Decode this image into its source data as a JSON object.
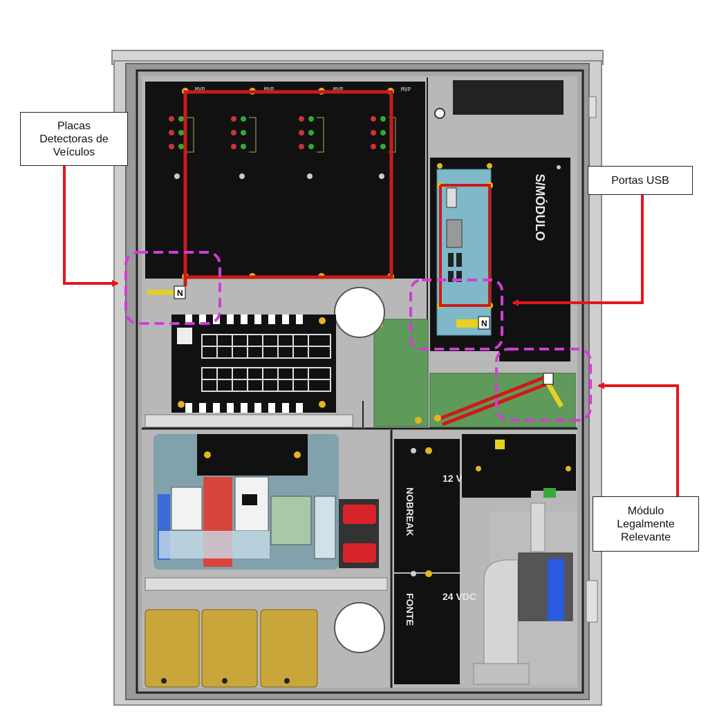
{
  "callouts": {
    "vehicle_detectors": "Placas\nDetectoras de\nVeículos",
    "usb_ports": "Portas USB",
    "legal_module": "Módulo\nLegalmente\nRelevante"
  },
  "labels": {
    "nobreak_voltage": "12 VDC",
    "nobreak_name": "NOBREAK",
    "psu_voltage": "24 VDC",
    "psu_name": "FONTE",
    "no_module": "S/MÓDULO"
  },
  "colors": {
    "enclosure": "#9a9a9a",
    "panel": "#b8b8b8",
    "board": "#111111",
    "pcb_green": "#5f9a5a",
    "callout_arrow": "#e8141c",
    "highlight_dash": "#d63ad6",
    "seal_wire": "#cc1a1a",
    "battery": "#c9a63a"
  }
}
